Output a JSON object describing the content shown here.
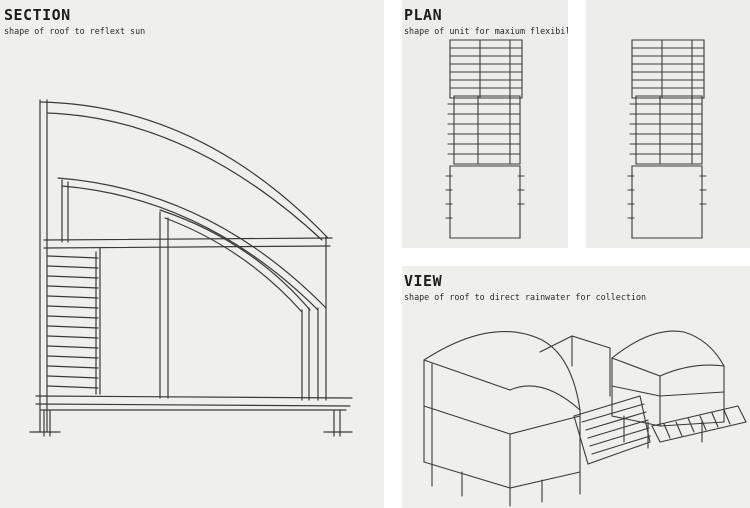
{
  "section": {
    "title": "SECTION",
    "subtitle": "shape of roof to reflext sun"
  },
  "plan": {
    "title": "PLAN",
    "subtitle": "shape of unit for maxium flexibility"
  },
  "view": {
    "title": "VIEW",
    "subtitle": "shape of roof to direct rainwater for collection"
  }
}
